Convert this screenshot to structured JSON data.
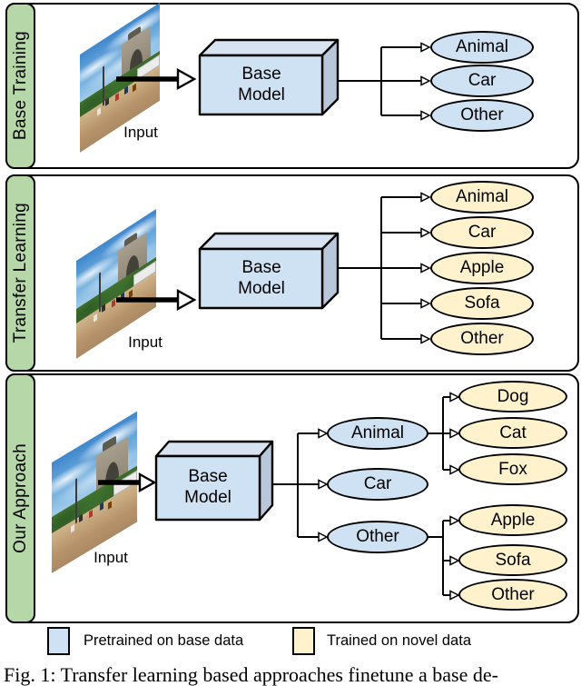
{
  "figure_caption": "Fig. 1: Transfer learning based approaches finetune a base de-",
  "colors": {
    "base_data_fill": "#cfe2f3",
    "novel_data_fill": "#fff2cc",
    "panel_label_fill": "#b6d7a8",
    "box_top_fill": "#d7e3f1",
    "box_side_fill": "#b8c7d9",
    "outline": "#000000"
  },
  "panels": [
    {
      "label": "Base Training",
      "input_label": "Input",
      "model_label": "Base Model",
      "outputs": [
        "Animal",
        "Car",
        "Other"
      ]
    },
    {
      "label": "Transfer Learning",
      "input_label": "Input",
      "model_label": "Base Model",
      "outputs": [
        "Animal",
        "Car",
        "Apple",
        "Sofa",
        "Other"
      ]
    },
    {
      "label": "Our Approach",
      "input_label": "Input",
      "model_label": "Base Model",
      "base_outputs": [
        "Animal",
        "Car",
        "Other"
      ],
      "novel_outputs": {
        "animal": [
          "Dog",
          "Cat",
          "Fox"
        ],
        "other": [
          "Apple",
          "Sofa",
          "Other"
        ]
      }
    }
  ],
  "legend": {
    "items": [
      {
        "color": "#cfe2f3",
        "label": "Pretrained on base data"
      },
      {
        "color": "#fff2cc",
        "label": "Trained on novel data"
      }
    ]
  }
}
